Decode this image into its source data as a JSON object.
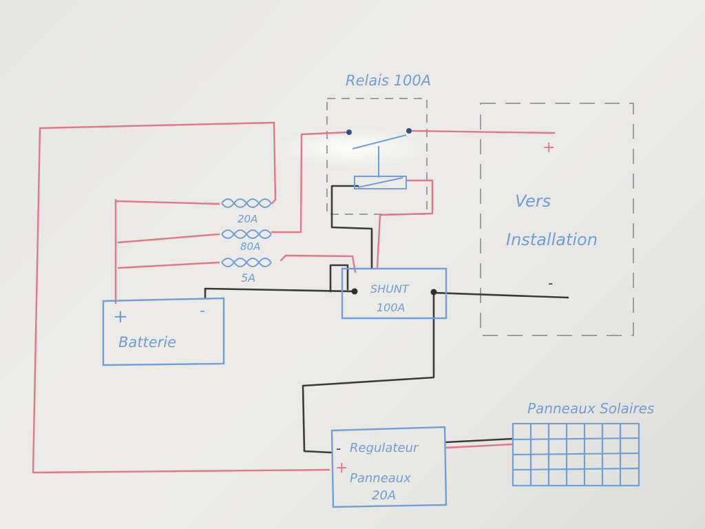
{
  "labels": {
    "relay": "Relais 100A",
    "fuse_20": "20A",
    "fuse_80": "80A",
    "fuse_5": "5A",
    "battery": "Batterie",
    "battery_plus": "+",
    "battery_minus": "-",
    "shunt_line1": "SHUNT",
    "shunt_line2": "100A",
    "install_line1": "Vers",
    "install_line2": "Installation",
    "install_plus": "+",
    "install_minus": "-",
    "regulator_minus": "-",
    "regulator_line1": "Regulateur",
    "regulator_plus": "+",
    "regulator_line2": "Panneaux",
    "regulator_line3": "20A",
    "solar": "Panneaux Solaires"
  },
  "colors": {
    "red_wire": "#e07888",
    "blue_ink": "#6f9fd6",
    "black_wire": "#3a3a3a",
    "gray_dash": "#9a9ea4"
  }
}
